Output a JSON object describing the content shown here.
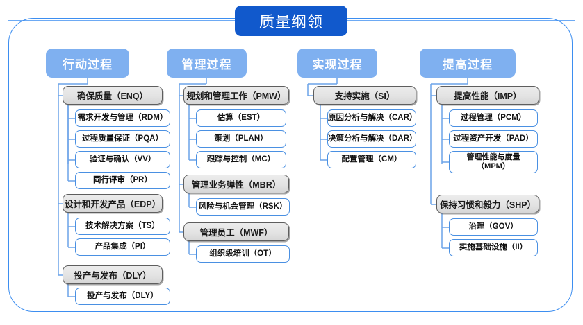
{
  "diagram": {
    "title": "质量纲领",
    "frame_color": "#3d8ef0",
    "title_color": "#1159cc",
    "header_color": "#7fb0f0",
    "node2_border": "#5e5e5e",
    "node3_border": "#4a90e2"
  },
  "columns": [
    {
      "header": "行动过程",
      "groups": [
        {
          "label": "确保质量（ENQ）",
          "children": [
            "需求开发与管理（RDM）",
            "过程质量保证（PQA）",
            "验证与确认（VV）",
            "同行评审（PR）"
          ]
        },
        {
          "label": "设计和开发产品（EDP）",
          "children": [
            "技术解决方案（TS）",
            "产品集成（PI）"
          ]
        },
        {
          "label": "投产与发布（DLY）",
          "children": [
            "投产与发布（DLY）"
          ]
        }
      ]
    },
    {
      "header": "管理过程",
      "groups": [
        {
          "label": "规划和管理工作（PMW）",
          "children": [
            "估算（EST）",
            "策划（PLAN）",
            "跟踪与控制（MC）"
          ]
        },
        {
          "label": "管理业务弹性（MBR）",
          "children": [
            "风险与机会管理（RSK）"
          ]
        },
        {
          "label": "管理员工（MWF）",
          "children": [
            "组织级培训（OT）"
          ]
        }
      ]
    },
    {
      "header": "实现过程",
      "groups": [
        {
          "label": "支持实施（SI）",
          "children": [
            "原因分析与解决（CAR）",
            "决策分析与解决（DAR）",
            "配置管理（CM）"
          ]
        }
      ]
    },
    {
      "header": "提高过程",
      "groups": [
        {
          "label": "提高性能（IMP）",
          "children": [
            "过程管理（PCM）",
            "过程资产开发（PAD）",
            "管理性能与度量\n（MPM）"
          ]
        },
        {
          "label": "保持习惯和毅力（SHP）",
          "children": [
            "治理（GOV）",
            "实施基础设施（II）"
          ]
        }
      ]
    }
  ]
}
